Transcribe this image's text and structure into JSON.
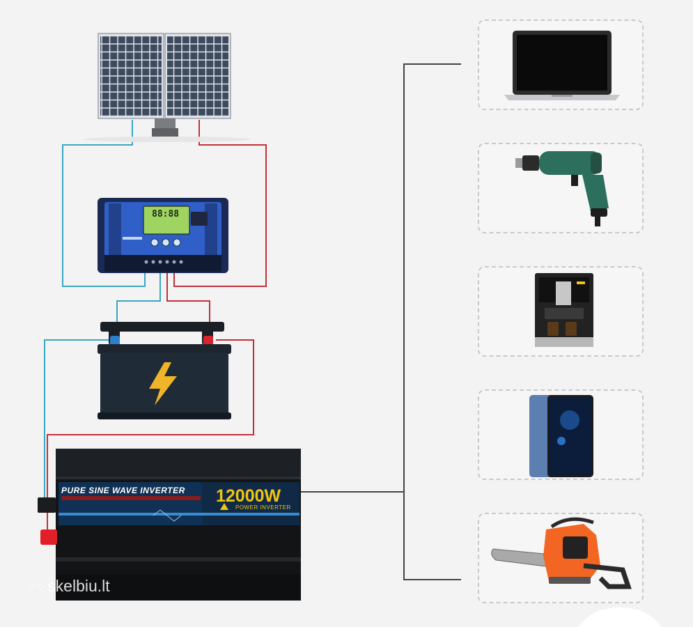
{
  "inverter": {
    "brand_text": "PURE SINE WAVE INVERTER",
    "power_text": "12000W",
    "sub_text": "POWER INVERTER"
  },
  "controller": {
    "lcd_text": "88:88"
  },
  "devices": [
    {
      "icon": "laptop-icon"
    },
    {
      "icon": "drill-icon"
    },
    {
      "icon": "coffee-machine-icon"
    },
    {
      "icon": "smartphone-icon"
    },
    {
      "icon": "chainsaw-icon"
    }
  ],
  "watermark": {
    "text": "skelbiu.lt"
  },
  "colors": {
    "wire_positive": "#c0313b",
    "wire_negative": "#3aa6c2",
    "wire_output": "#444444"
  }
}
